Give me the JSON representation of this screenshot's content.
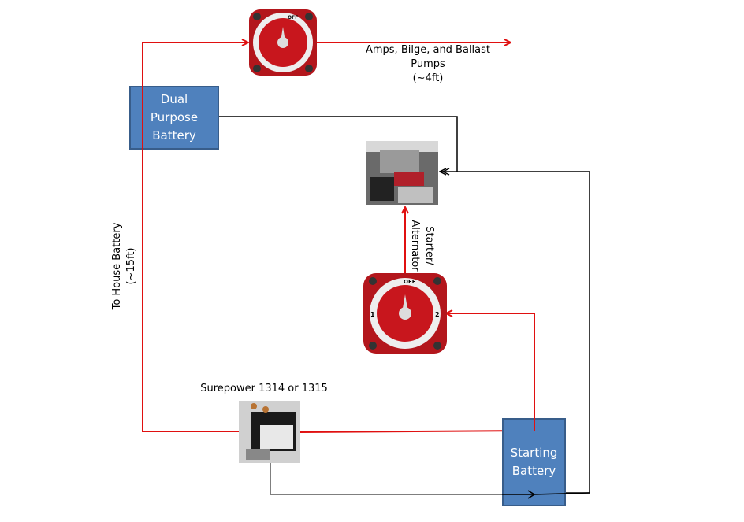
{
  "colors": {
    "power_wire": "#e01010",
    "ground_wire": "#000000",
    "battery_fill": "#4f81bd",
    "battery_border": "#385d8a",
    "switch_red": "#c8161d"
  },
  "labels": {
    "pumps_line1": "Amps, Bilge, and Ballast",
    "pumps_line2": "Pumps",
    "pumps_line3": "(~4ft)",
    "house_line1": "To House Battery",
    "house_line2": "(~15ft)",
    "starter_line1": "Starter/",
    "starter_line2": "Alternator",
    "surepower": "Surepower  1314 or 1315"
  },
  "batteries": {
    "dual_line1": "Dual",
    "dual_line2": "Purpose",
    "dual_line3": "Battery",
    "starting_line1": "Starting",
    "starting_line2": "Battery"
  },
  "switches": {
    "top_off": "OFF",
    "bottom_off": "OFF",
    "bottom_pos1": "1",
    "bottom_pos2": "2"
  }
}
